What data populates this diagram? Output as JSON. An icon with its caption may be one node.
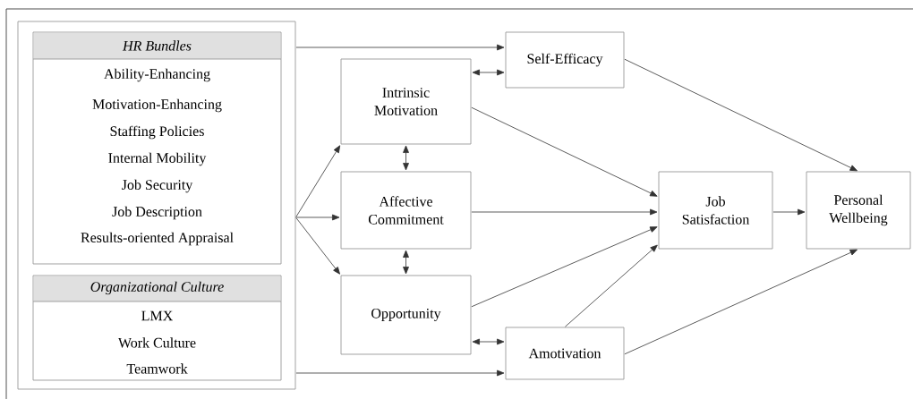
{
  "diagram": {
    "nodes": [
      {
        "text": [],
        "shape": "box"
      },
      {
        "text": [
          "HR Bundles",
          "Ability-Enhancing",
          "Motivation-Enhancing",
          "Staffing Policies",
          "Internal Mobility",
          "Job Security",
          "Job Description",
          "Results-oriented Appraisal"
        ],
        "in": 0
      },
      {
        "text": [
          "Organizational Culture",
          "LMX",
          "Work Culture",
          "Teamwork"
        ],
        "in": 0
      },
      {
        "text": [
          "Self-Efficacy"
        ]
      },
      {
        "text": [
          "Intrinsic Motivation"
        ]
      },
      {
        "text": [
          "Affective Commitment"
        ]
      },
      {
        "text": [
          "Opportunity"
        ]
      },
      {
        "text": [
          "Amotivation"
        ]
      },
      {
        "text": [
          "Job Satisfaction"
        ]
      },
      {
        "text": [
          "Personal Wellbeing"
        ]
      }
    ],
    "edges": [
      {
        "from": 0,
        "to": 3,
        "arrow": "to"
      },
      {
        "from": 0,
        "to": 4,
        "arrow": "to"
      },
      {
        "from": 0,
        "to": 5,
        "arrow": "to"
      },
      {
        "from": 0,
        "to": 6,
        "arrow": "to"
      },
      {
        "from": 0,
        "to": 7,
        "arrow": "to"
      },
      {
        "from": 4,
        "to": 3,
        "arrow": "both"
      },
      {
        "from": 4,
        "to": 5,
        "arrow": "both"
      },
      {
        "from": 5,
        "to": 6,
        "arrow": "both"
      },
      {
        "from": 6,
        "to": 7,
        "arrow": "both"
      },
      {
        "from": 4,
        "to": 8,
        "arrow": "to"
      },
      {
        "from": 5,
        "to": 8,
        "arrow": "to"
      },
      {
        "from": 6,
        "to": 8,
        "arrow": "to"
      },
      {
        "from": 7,
        "to": 8,
        "arrow": "to"
      },
      {
        "from": 3,
        "to": 9,
        "arrow": "to"
      },
      {
        "from": 7,
        "to": 9,
        "arrow": "to"
      },
      {
        "from": 8,
        "to": 9,
        "arrow": "to"
      }
    ]
  }
}
